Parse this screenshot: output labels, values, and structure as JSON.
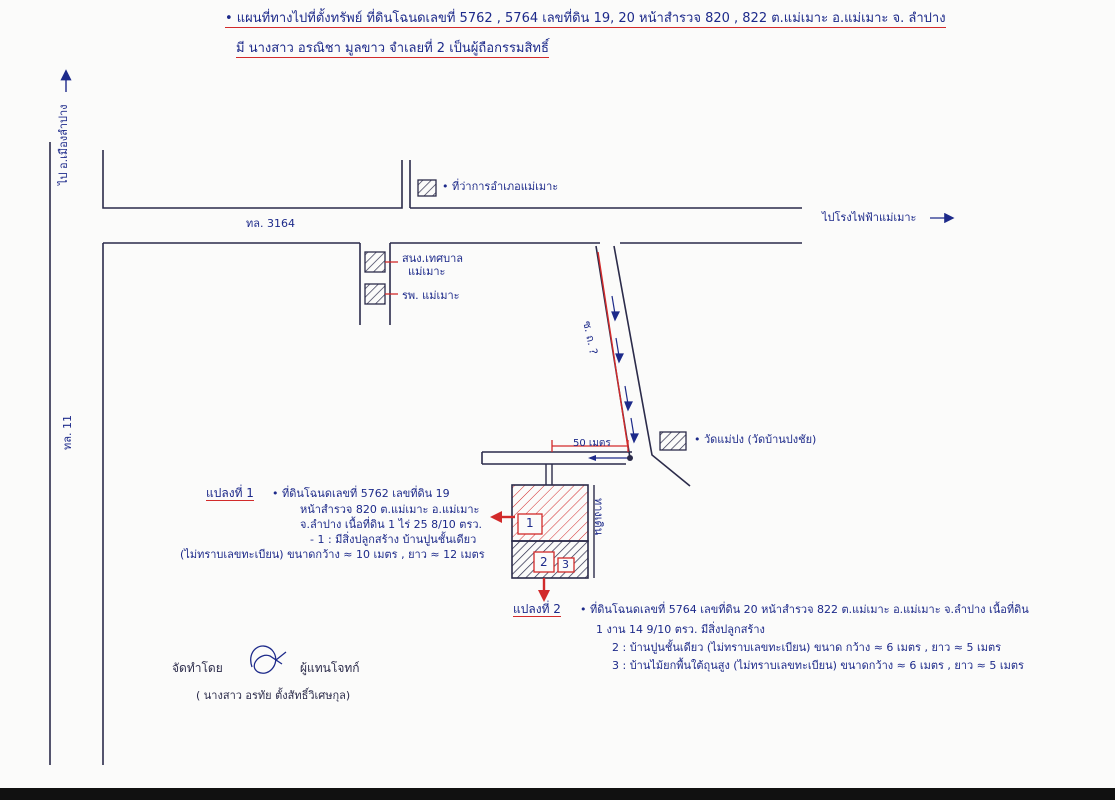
{
  "header": {
    "line1": "• แผนที่ทางไปที่ตั้งทรัพย์ ที่ดินโฉนดเลขที่ 5762 , 5764 เลขที่ดิน 19, 20 หน้าสำรวจ 820 , 822 ต.แม่เมาะ อ.แม่เมาะ จ. ลำปาง",
    "line2": "มี นางสาว อรณิชา มูลขาว จำเลยที่ 2 เป็นผู้ถือกรรมสิทธิ์"
  },
  "labels": {
    "to_city": "ไป อ.เมืองลำปาง",
    "highway_11": "ทล. 11",
    "highway_3164": "ทล. 3164",
    "district_office": "• ที่ว่าการอำเภอแม่เมาะ",
    "to_power_plant": "ไปโรงไฟฟ้าแม่เมาะ",
    "municipality_line1": "สนง.เทศบาล",
    "municipality_line2": "แม่เมาะ",
    "hospital": "รพ. แม่เมาะ",
    "local_road": "ซ. ถ. ?",
    "temple": "• วัดแม่ปง (วัดบ้านปงชัย)",
    "distance": "50 เมตร",
    "side_lane": "ทางเดิน",
    "plot1_num": "1",
    "plot2_num": "2",
    "plot3_num": "3"
  },
  "plot1": {
    "title": "แปลงที่ 1",
    "text1": "• ที่ดินโฉนดเลขที่ 5762 เลขที่ดิน 19",
    "text2": "หน้าสำรวจ 820 ต.แม่เมาะ อ.แม่เมาะ",
    "text3": "จ.ลำปาง เนื้อที่ดิน 1 ไร่ 25 8/10 ตรว.",
    "text4": "- 1 : มีสิ่งปลูกสร้าง บ้านปูนชั้นเดียว",
    "text5": "(ไม่ทราบเลขทะเบียน) ขนาดกว้าง ≈ 10 เมตร , ยาว ≈ 12 เมตร"
  },
  "plot2": {
    "title": "แปลงที่ 2",
    "text1": "• ที่ดินโฉนดเลขที่ 5764 เลขที่ดิน 20 หน้าสำรวจ 822 ต.แม่เมาะ อ.แม่เมาะ จ.ลำปาง เนื้อที่ดิน",
    "text2": "1 งาน 14 9/10 ตรว. มีสิ่งปลูกสร้าง",
    "item2": "2 : บ้านปูนชั้นเดียว (ไม่ทราบเลขทะเบียน) ขนาด กว้าง ≈ 6 เมตร , ยาว ≈ 5 เมตร",
    "item3": "3 : บ้านไม้ยกพื้นใต้ถุนสูง (ไม่ทราบเลขทะเบียน) ขนาดกว้าง ≈ 6 เมตร , ยาว ≈ 5 เมตร"
  },
  "signature": {
    "label": "จัดทำโดย",
    "role": "ผู้แทนโจทก์",
    "name": "( นางสาว อรทัย ตั้งสัทธิ์วิเศษกุล)"
  },
  "colors": {
    "ink": "#1d2a8a",
    "red": "#d22a2a",
    "line": "#2b2b4a"
  }
}
